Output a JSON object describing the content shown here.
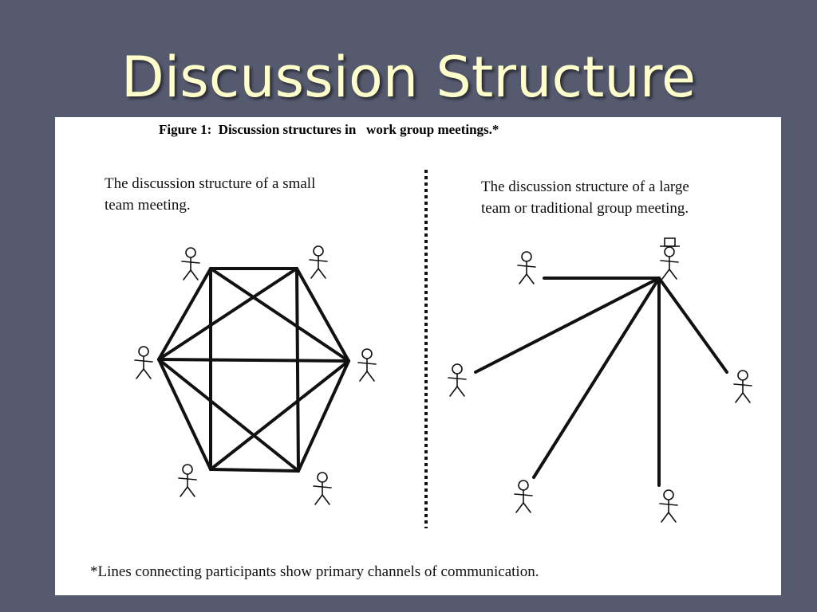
{
  "slide": {
    "title": "Discussion Structure",
    "background_color": "#565a6e",
    "title_color": "#ffffcc"
  },
  "figure": {
    "caption": "Figure 1:  Discussion structures in   work group meetings.*",
    "small_team": {
      "description_line1": "The discussion structure of a small",
      "description_line2": "team meeting.",
      "participant_count": 6,
      "structure": "fully connected"
    },
    "large_team": {
      "description_line1": "The discussion structure of a large",
      "description_line2": "team or traditional group meeting.",
      "participant_count": 6,
      "structure": "hub and spoke (leader with hat at center)"
    },
    "footnote": "*Lines connecting participants show primary channels of communication."
  },
  "icons": [
    "stick-figure-icon",
    "top-hat-icon"
  ]
}
